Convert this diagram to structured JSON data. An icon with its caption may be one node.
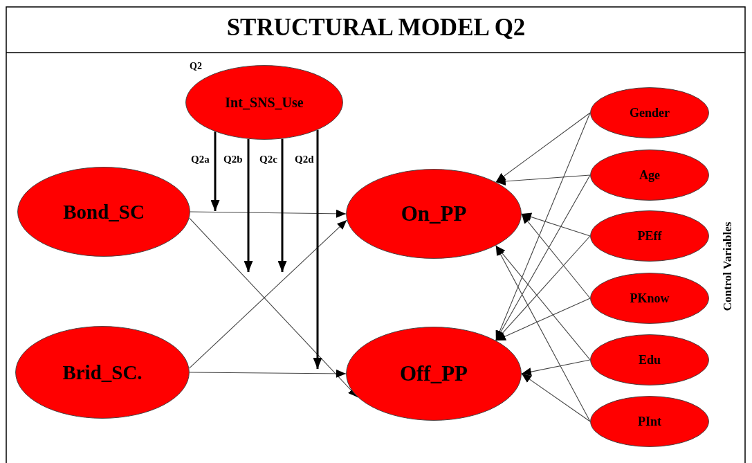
{
  "diagram": {
    "title": "STRUCTURAL MODEL Q2",
    "nodes": [
      {
        "text": [
          "Int_SNS_Use"
        ],
        "beside": [
          "Q2"
        ]
      },
      {
        "text": [
          "Bond_SC"
        ]
      },
      {
        "text": [
          "On_PP"
        ]
      },
      {
        "text": [
          "Brid_SC."
        ]
      },
      {
        "text": [
          "Off_PP"
        ]
      },
      {
        "text": [
          "Gender"
        ]
      },
      {
        "text": [
          "Age"
        ]
      },
      {
        "text": [
          "PEff"
        ]
      },
      {
        "text": [
          "PKnow"
        ]
      },
      {
        "text": [
          "Edu"
        ]
      },
      {
        "text": [
          "PInt"
        ]
      }
    ],
    "edges": [
      {
        "from": 1,
        "to": 2,
        "arrow": "to"
      },
      {
        "from": 1,
        "to": 4,
        "arrow": "to"
      },
      {
        "from": 3,
        "to": 2,
        "arrow": "to"
      },
      {
        "from": 3,
        "to": 4,
        "arrow": "to"
      },
      {
        "from": 0,
        "to": null,
        "arrow": "to",
        "label": "Q2a",
        "style": "thick"
      },
      {
        "from": 0,
        "to": null,
        "arrow": "to",
        "label": "Q2b",
        "style": "thick"
      },
      {
        "from": 0,
        "to": null,
        "arrow": "to",
        "label": "Q2c",
        "style": "thick"
      },
      {
        "from": 0,
        "to": null,
        "arrow": "to",
        "label": "Q2d",
        "style": "thick"
      },
      {
        "from": 5,
        "to": 2,
        "arrow": "to"
      },
      {
        "from": 5,
        "to": 4,
        "arrow": "to"
      },
      {
        "from": 6,
        "to": 2,
        "arrow": "to"
      },
      {
        "from": 6,
        "to": 4,
        "arrow": "to"
      },
      {
        "from": 7,
        "to": 2,
        "arrow": "to"
      },
      {
        "from": 7,
        "to": 4,
        "arrow": "to"
      },
      {
        "from": 8,
        "to": 2,
        "arrow": "to"
      },
      {
        "from": 8,
        "to": 4,
        "arrow": "to"
      },
      {
        "from": 9,
        "to": 2,
        "arrow": "to"
      },
      {
        "from": 9,
        "to": 4,
        "arrow": "to"
      },
      {
        "from": 10,
        "to": 2,
        "arrow": "to"
      },
      {
        "from": 10,
        "to": 4,
        "arrow": "to"
      }
    ],
    "labels": [
      "Control Variables"
    ]
  }
}
